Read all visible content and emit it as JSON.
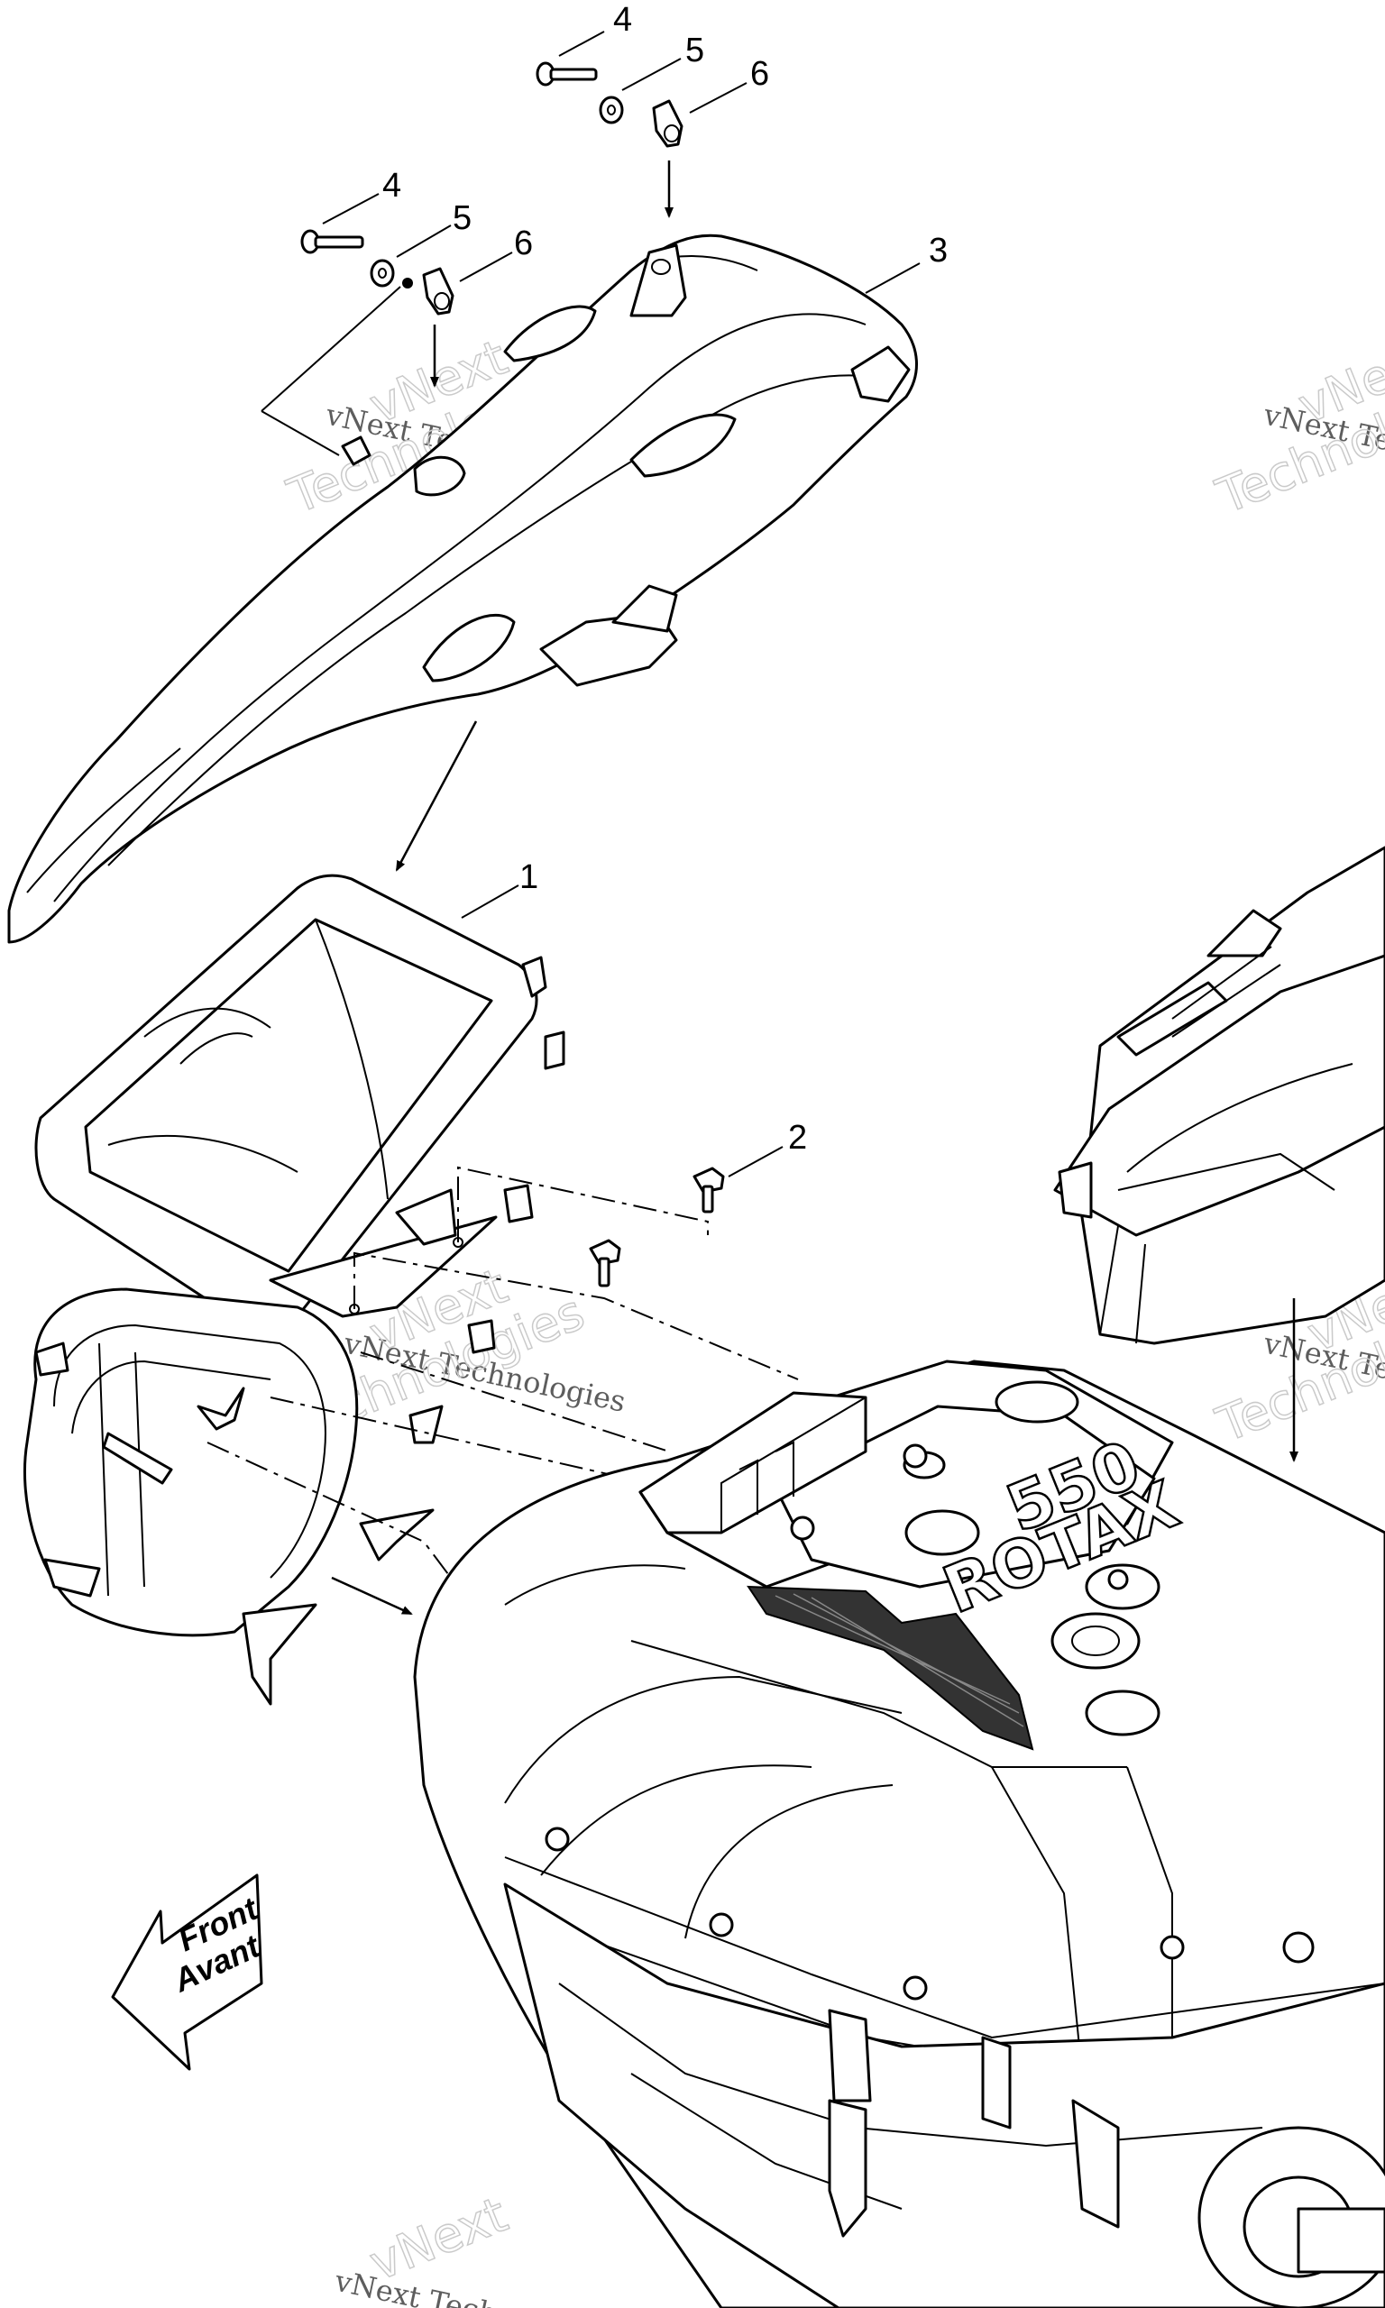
{
  "diagram": {
    "callouts": {
      "c1": "1",
      "c2": "2",
      "c3": "3",
      "c4a": "4",
      "c5a": "5",
      "c6a": "6",
      "c4b": "4",
      "c5b": "5",
      "c6b": "6"
    },
    "direction_label": {
      "line1": "Front",
      "line2": "Avant"
    },
    "engine_label": {
      "brand": "ROTAX",
      "model": "550"
    },
    "watermark": {
      "line1": "vNext Technologies",
      "line2a": "vNext",
      "line2b": "Technologies"
    }
  }
}
